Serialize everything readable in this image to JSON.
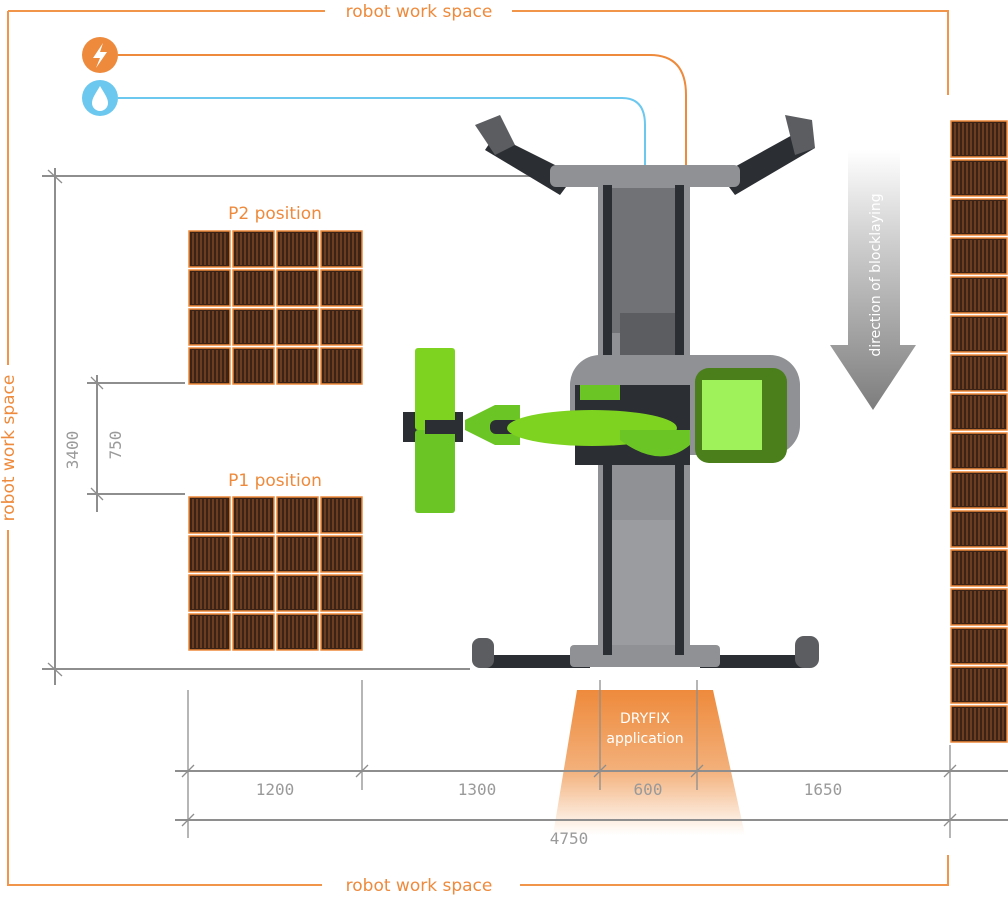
{
  "workspace_label": "robot work space",
  "icons": {
    "power": "lightning-bolt-icon",
    "water": "water-drop-icon"
  },
  "positions": {
    "p2": "P2 position",
    "p1": "P1 position"
  },
  "dimensions": {
    "height_total": "3400",
    "pallet_gap": "750",
    "segments": [
      "1200",
      "1300",
      "600",
      "1650"
    ],
    "total_width": "4750"
  },
  "dryfix": {
    "line1": "DRYFIX",
    "line2": "application"
  },
  "direction_label": "direction of blocklaying",
  "colors": {
    "orange": "#ee8a3c",
    "blue": "#6cc8ef",
    "green": "#7ed321",
    "gray": "#8e8e8e"
  }
}
